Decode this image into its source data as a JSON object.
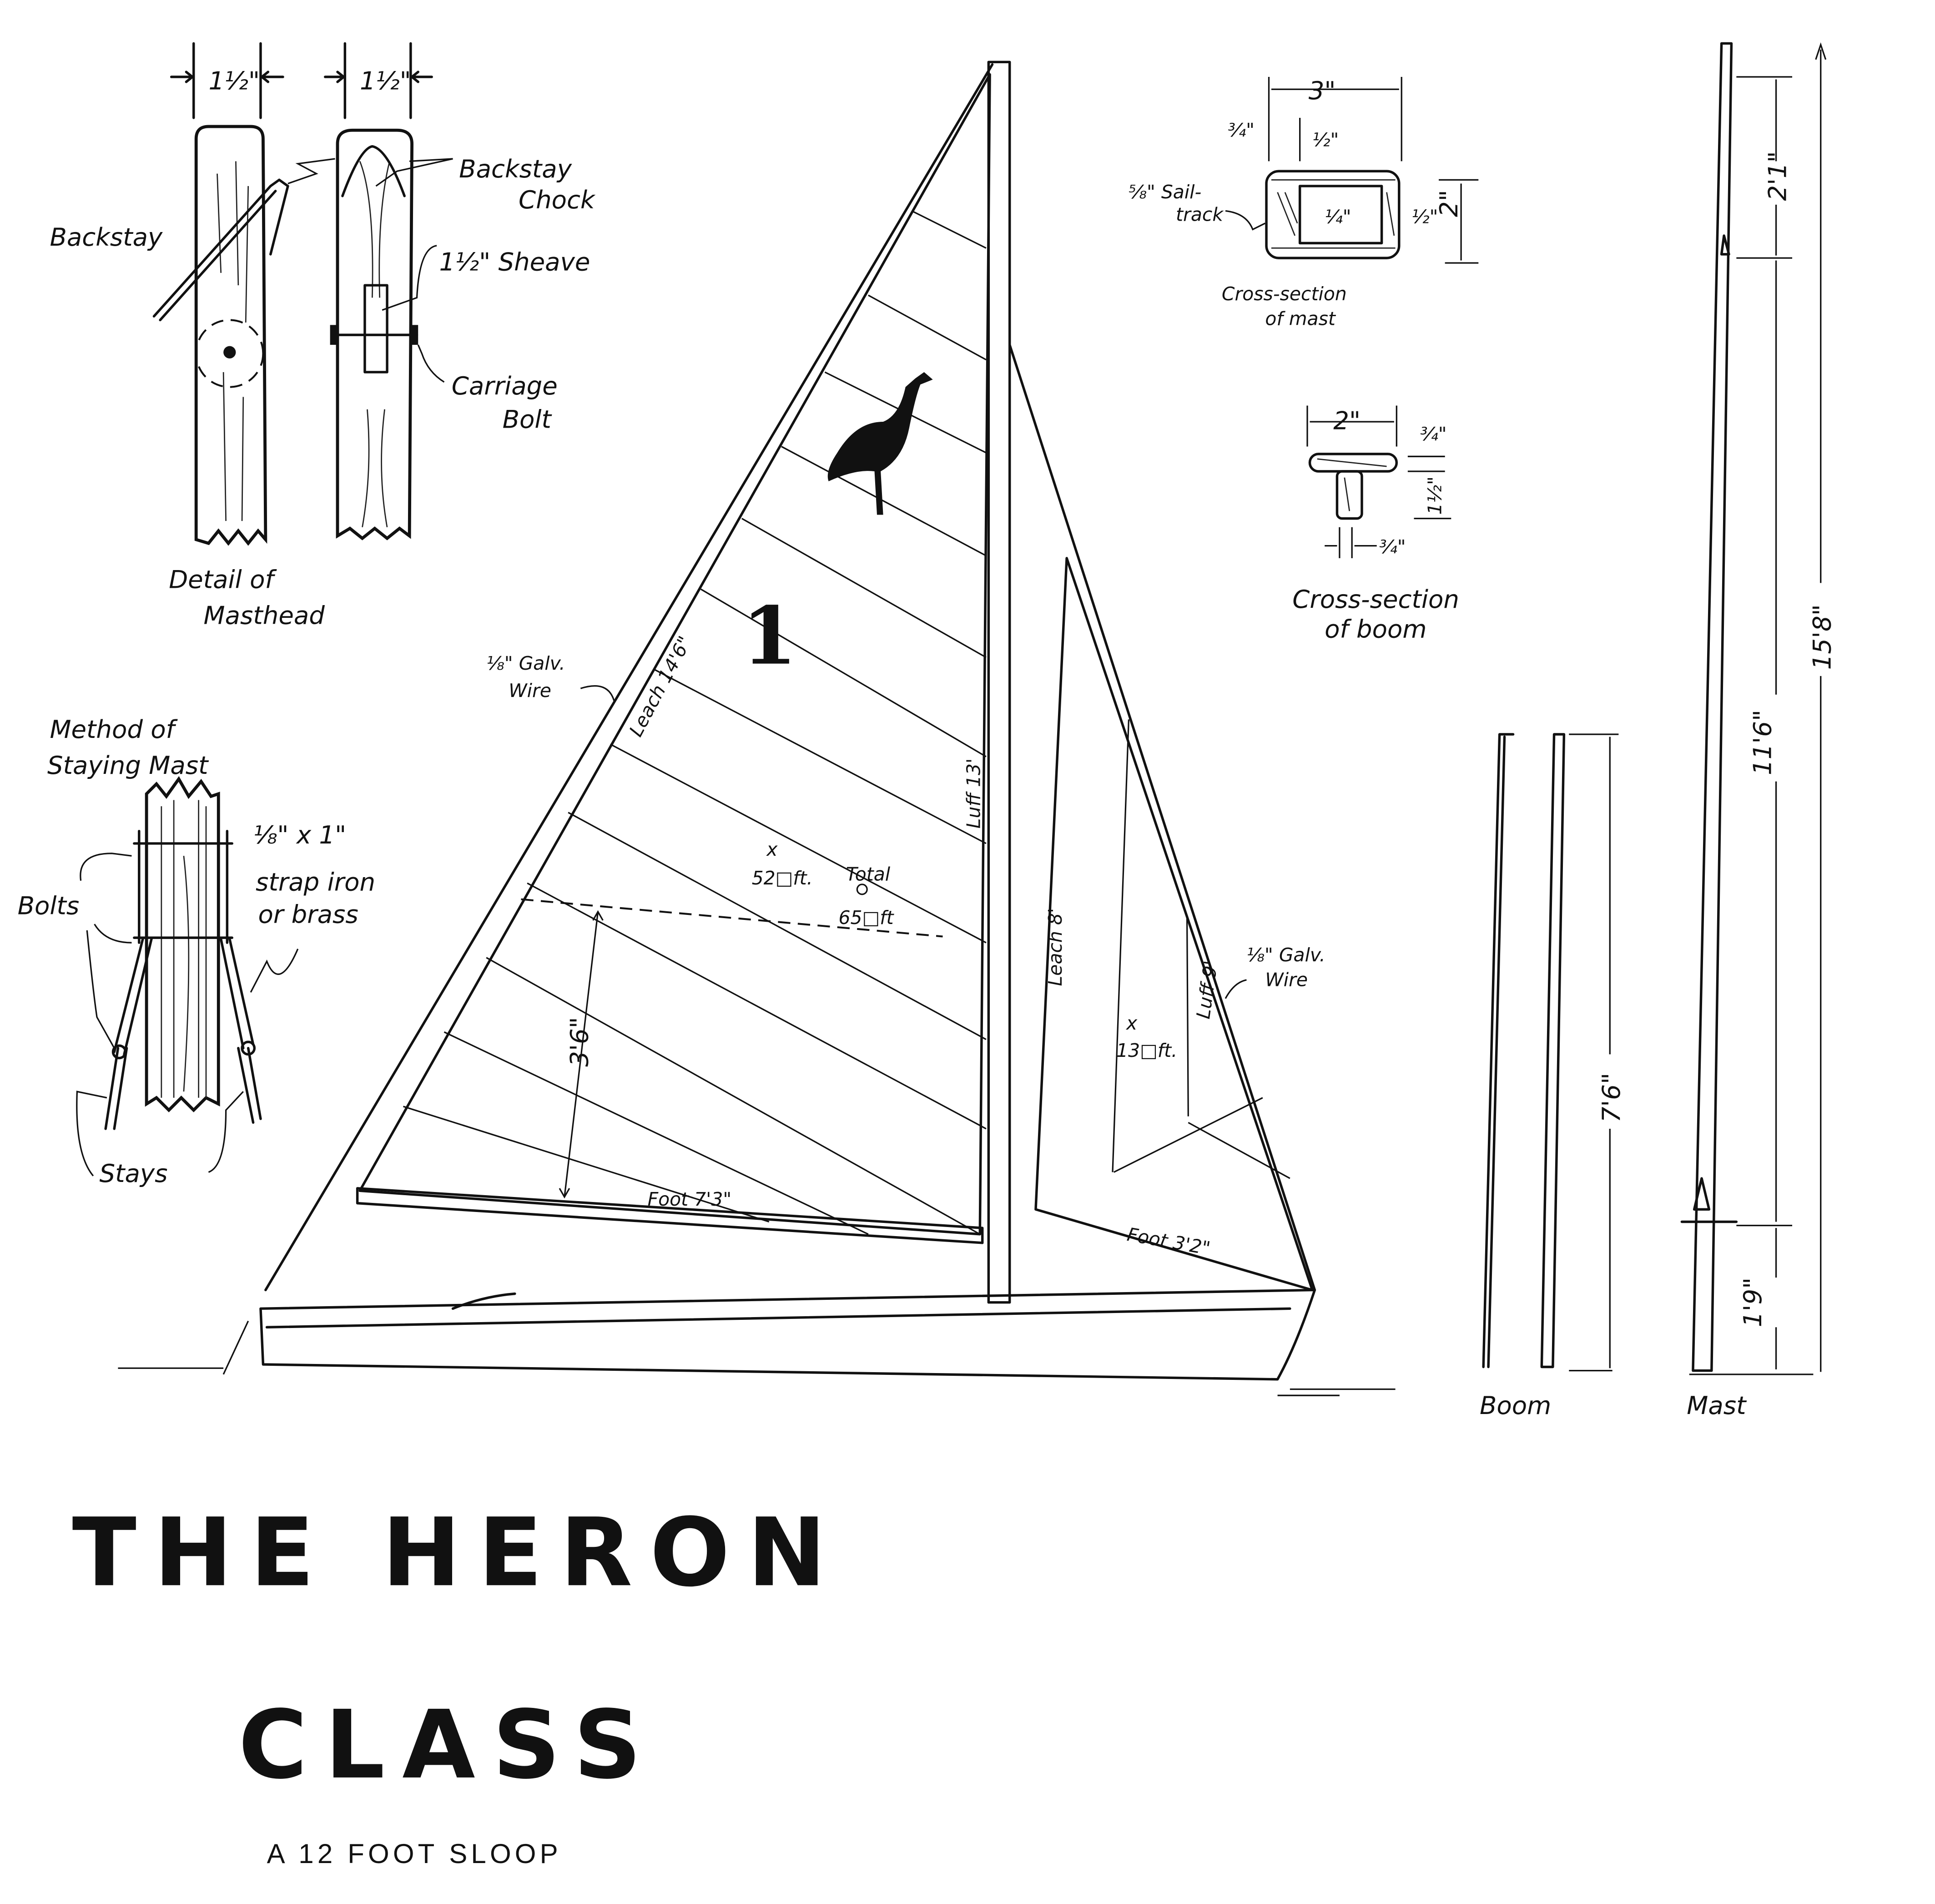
{
  "title": {
    "line1": "THE HERON",
    "line2": "CLASS",
    "subtitle": "A 12 FOOT SLOOP"
  },
  "masthead_detail": {
    "width_left": "1½\"",
    "width_right": "1½\"",
    "backstay": "Backstay",
    "backstay_chock_1": "Backstay",
    "backstay_chock_2": "Chock",
    "sheave": "1½\" Sheave",
    "carriage_bolt_1": "Carriage",
    "carriage_bolt_2": "Bolt",
    "caption_1": "Detail of",
    "caption_2": "Masthead"
  },
  "staying": {
    "caption_1": "Method of",
    "caption_2": "Staying Mast",
    "bolts": "Bolts",
    "strap_1": "⅛\" x 1\"",
    "strap_2": "strap iron",
    "strap_3": "or brass",
    "stays": "Stays"
  },
  "mast_section": {
    "width": "3\"",
    "wall": "¾\"",
    "inner_offset": "½\"",
    "inner_height": "¼\"",
    "side": "½\"",
    "height": "2\"",
    "sail_track_1": "⅝\" Sail-",
    "sail_track_2": "track",
    "caption_1": "Cross-section",
    "caption_2": "of mast"
  },
  "boom_section": {
    "width": "2\"",
    "flange": "¾\"",
    "depth": "1½\"",
    "web": "¾\"",
    "caption_1": "Cross-section",
    "caption_2": "of boom"
  },
  "sail_plan": {
    "backstay_wire_1": "⅛\" Galv.",
    "backstay_wire_2": "Wire",
    "forestay_wire_1": "⅛\" Galv.",
    "forestay_wire_2": "Wire",
    "main_leach": "Leach 14'6\"",
    "main_luff": "Luff 13'",
    "main_foot": "Foot 7'3\"",
    "main_area": "52□ft.",
    "total_label": "Total",
    "total_area": "65□ft",
    "boom_height": "3'6\"",
    "jib_leach": "Leach 8'",
    "jib_luff": "Luff 9'",
    "jib_foot": "Foot 3'2\"",
    "jib_area": "13□ft.",
    "sail_number": "1",
    "insignia_icon": "heron-silhouette"
  },
  "spars": {
    "boom_length": "7'6\"",
    "boom_label": "Boom",
    "mast_top": "2'1\"",
    "mast_middle": "11'6\"",
    "mast_bottom": "1'9\"",
    "mast_total": "15'8\"",
    "mast_label": "Mast"
  }
}
